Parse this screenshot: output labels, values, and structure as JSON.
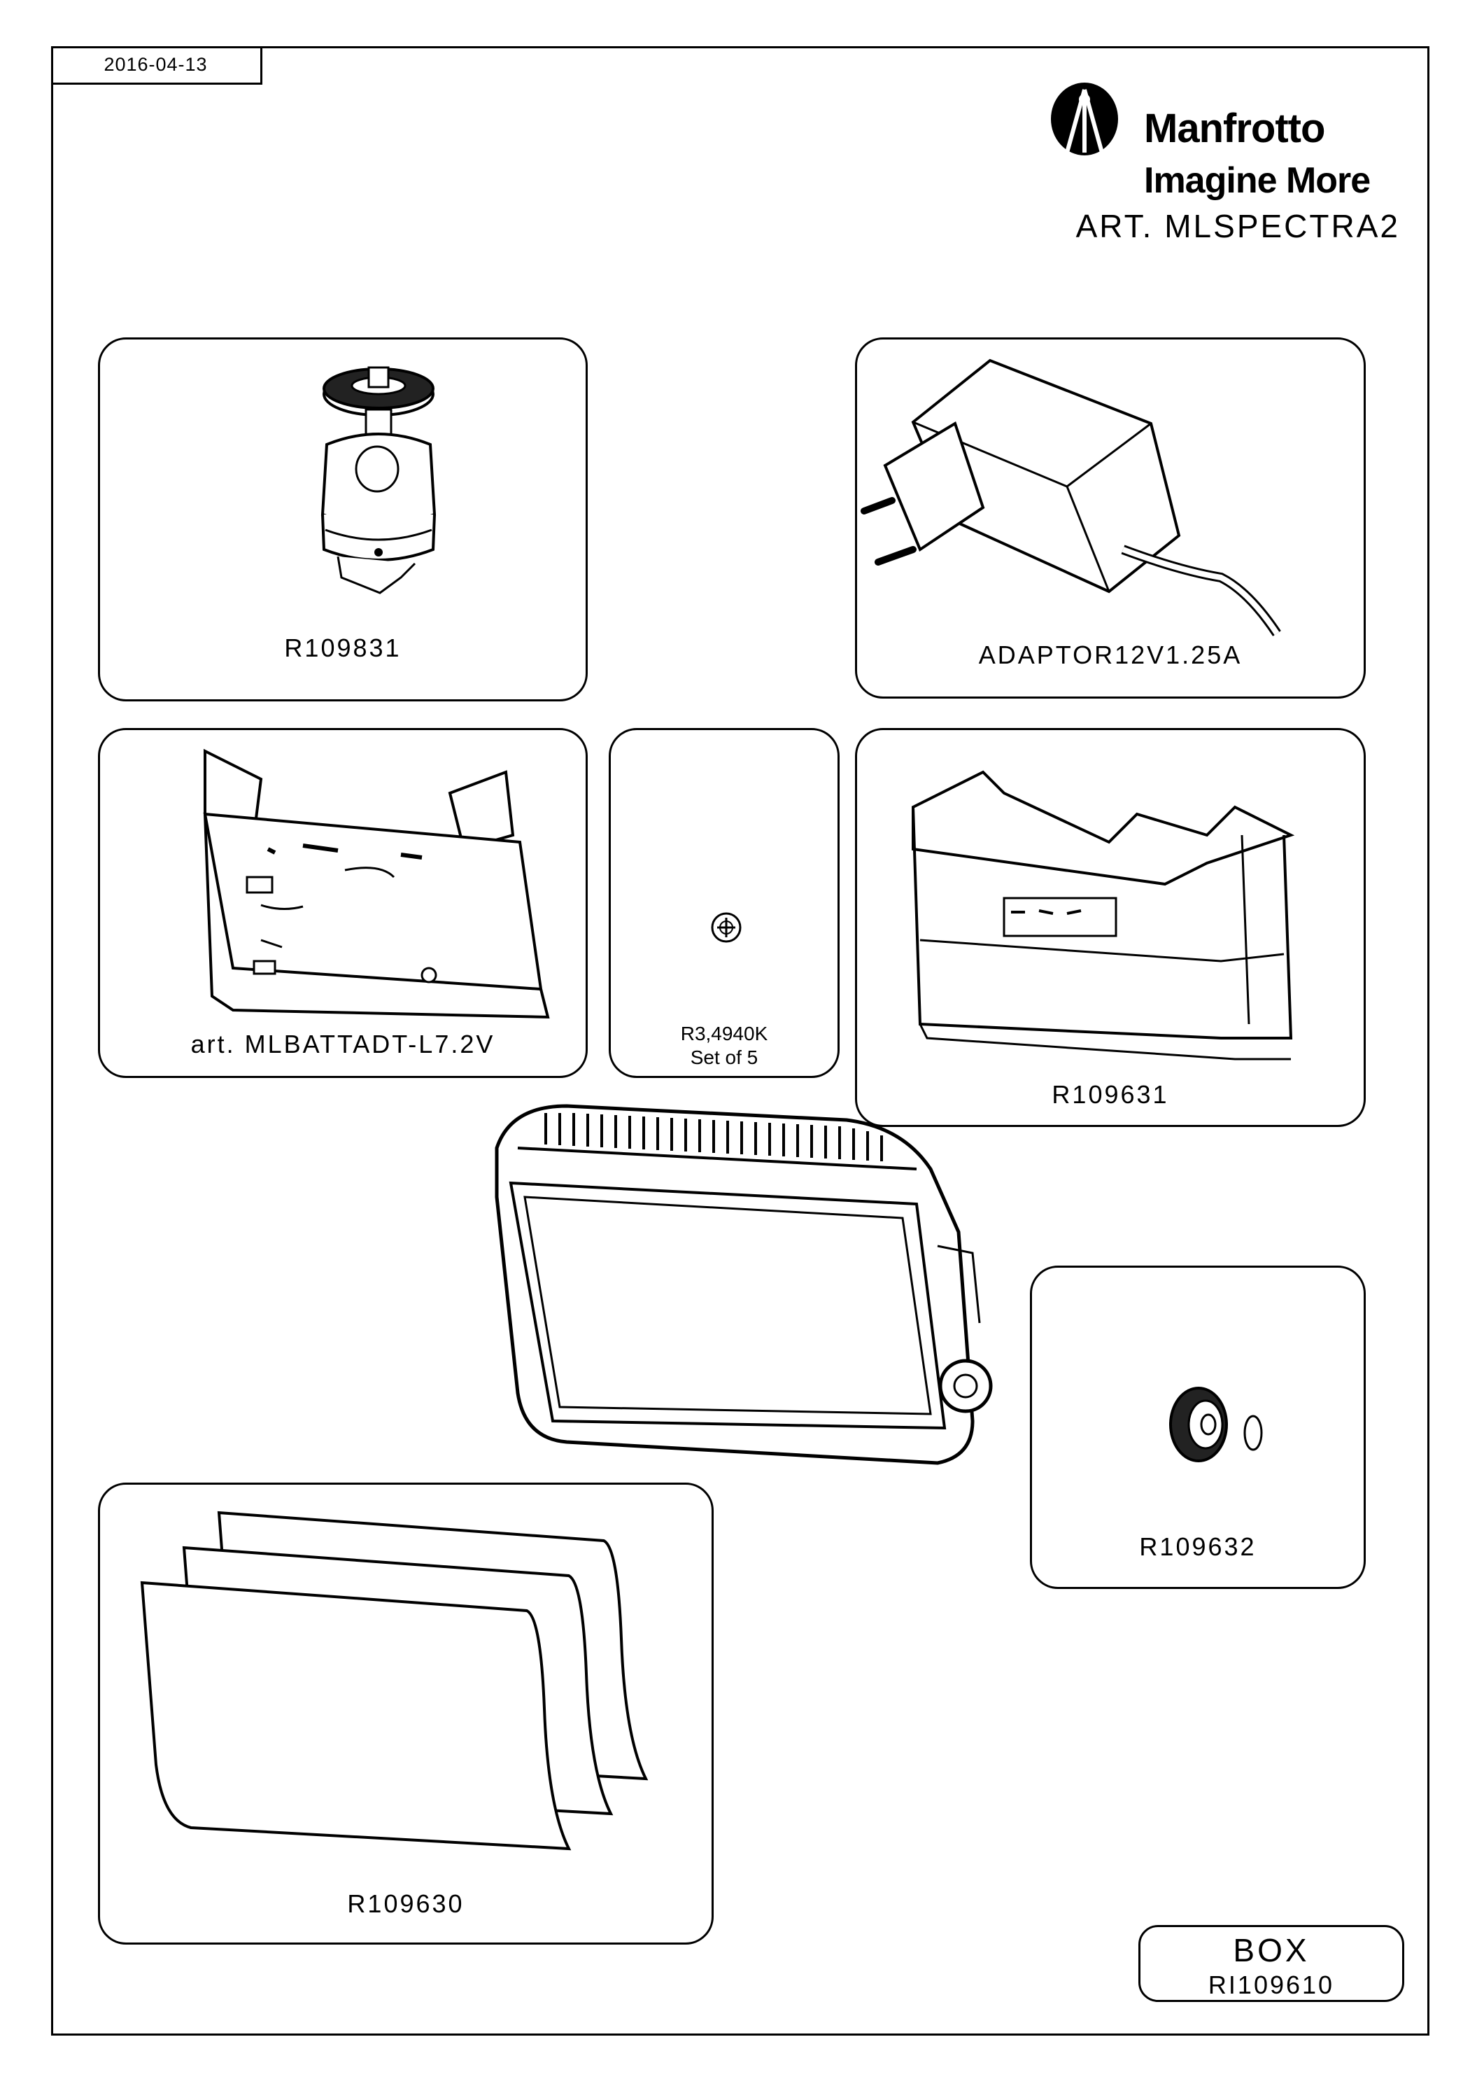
{
  "header": {
    "date": "2016-04-13",
    "brand": "Manfrotto",
    "tagline": "Imagine More",
    "article": "ART. MLSPECTRA2"
  },
  "parts": {
    "ball_head": "R109831",
    "adaptor": "ADAPTOR12V1.25A",
    "battery_adapter": "art. MLBATTADT-L7.2V",
    "screw_code": "R3,4940K",
    "screw_qty": "Set of 5",
    "filter_holder": "R109631",
    "knob": "R109632",
    "filters": "R109630"
  },
  "box": {
    "title": "BOX",
    "code": "RI109610"
  }
}
